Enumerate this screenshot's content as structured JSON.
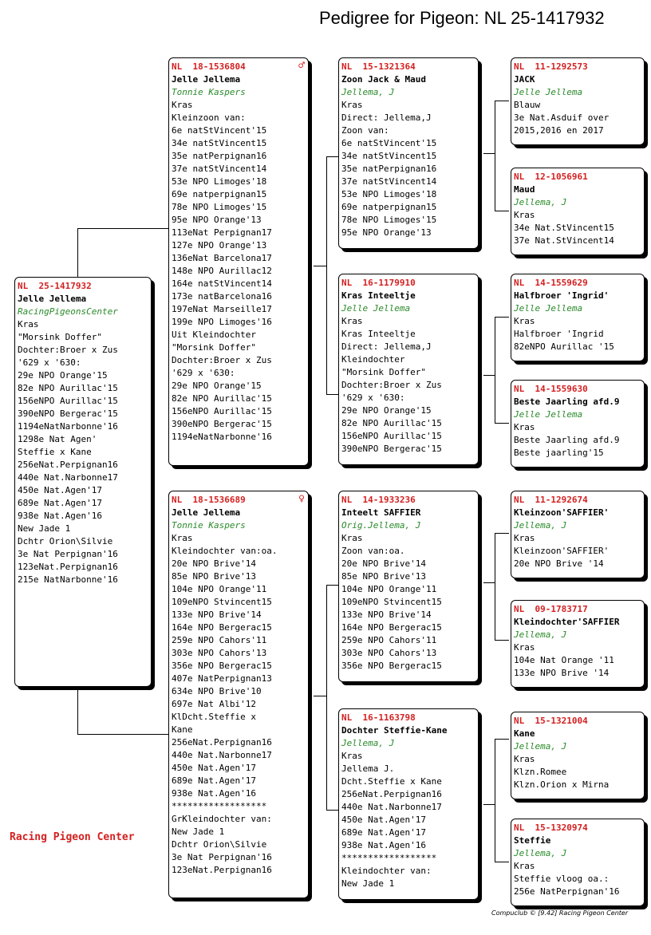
{
  "title": "Pedigree for Pigeon: NL  25-1417932",
  "brand": "Racing Pigeon Center",
  "footer": "Compuclub © [9.42]  Racing Pigeon Center",
  "pigeons": {
    "subject": {
      "ring": "NL  25-1417932",
      "name": "Jelle Jellema",
      "breeder": "RacingPigeonsCenter",
      "lines": [
        "Kras",
        "\"Morsink Doffer\"",
        "Dochter:Broer x Zus",
        "'629 x '630:",
        "29e NPO Orange'15",
        "82e NPO Aurillac'15",
        "156eNPO Aurillac'15",
        "390eNPO Bergerac'15",
        "1194eNatNarbonne'16",
        "1298e Nat Agen'",
        "Steffie x Kane",
        "256eNat.Perpignan16",
        "440e Nat.Narbonne17",
        "450e Nat.Agen'17",
        "689e Nat.Agen'17",
        "938e Nat.Agen'16",
        "New Jade 1",
        "Dchtr Orion\\Silvie",
        "3e Nat Perpignan'16",
        "123eNat.Perpignan16",
        "215e NatNarbonne'16"
      ]
    },
    "father": {
      "ring": "NL  18-1536804",
      "sex": "♂",
      "name": "Jelle Jellema",
      "breeder": "Tonnie Kaspers",
      "lines": [
        "Kras",
        "Kleinzoon van:",
        "6e natStVincent'15",
        "34e natStVincent15",
        "35e natPerpignan16",
        "37e natStVincent14",
        "53e NPO Limoges'18",
        "69e natperpignan15",
        "78e NPO Limoges'15",
        "95e NPO Orange'13",
        "113eNat Perpignan17",
        "127e NPO Orange'13",
        "136eNat Barcelona17",
        "148e NPO Aurillac12",
        "164e natStVincent14",
        "173e natBarcelona16",
        "197eNat Marseille17",
        "199e NPO Limoges'16",
        "Uit Kleindochter",
        "\"Morsink Doffer\"",
        "Dochter:Broer x Zus",
        "'629 x '630:",
        "29e NPO Orange'15",
        "82e NPO Aurillac'15",
        "156eNPO Aurillac'15",
        "390eNPO Bergerac'15",
        "1194eNatNarbonne'16"
      ]
    },
    "mother": {
      "ring": "NL  18-1536689",
      "sex": "♀",
      "name": "Jelle Jellema",
      "breeder": "Tonnie Kaspers",
      "lines": [
        "Kras",
        "Kleindochter van:oa.",
        "20e NPO Brive'14",
        "85e NPO Brive'13",
        "104e NPO Orange'11",
        "109eNPO Stvincent15",
        "133e NPO Brive'14",
        "164e NPO Bergerac15",
        "259e NPO Cahors'11",
        "303e NPO Cahors'13",
        "356e NPO Bergerac15",
        "407e NatPerpignan13",
        "634e NPO Brive'10",
        "697e Nat Albi'12",
        "KlDcht.Steffie x",
        "Kane",
        "256eNat.Perpignan16",
        "440e Nat.Narbonne17",
        "450e Nat.Agen'17",
        "689e Nat.Agen'17",
        "938e Nat.Agen'16",
        "******************",
        "GrKleindochter van:",
        "New Jade 1",
        "Dchtr Orion\\Silvie",
        "3e Nat Perpignan'16",
        "123eNat.Perpignan16"
      ]
    },
    "ff": {
      "ring": "NL  15-1321364",
      "name": "Zoon Jack & Maud",
      "breeder": "Jellema, J",
      "lines": [
        "Kras",
        "Direct: Jellema,J",
        "Zoon van:",
        "6e natStVincent'15",
        "34e natStVincent15",
        "35e natPerpignan16",
        "37e natStVincent14",
        "53e NPO Limoges'18",
        "69e natperpignan15",
        "78e NPO Limoges'15",
        "95e NPO Orange'13"
      ]
    },
    "fm": {
      "ring": "NL  16-1179910",
      "name": "Kras Inteeltje",
      "breeder": "Jelle Jellema",
      "lines": [
        "Kras",
        "Kras Inteeltje",
        "Direct: Jellema,J",
        "Kleindochter",
        "\"Morsink Doffer\"",
        "Dochter:Broer x Zus",
        "'629 x '630:",
        "29e NPO Orange'15",
        "82e NPO Aurillac'15",
        "156eNPO Aurillac'15",
        "390eNPO Bergerac'15"
      ]
    },
    "mf": {
      "ring": "NL  14-1933236",
      "name": "Inteelt SAFFIER",
      "breeder": "Orig.Jellema, J",
      "lines": [
        "Kras",
        "Zoon van:oa.",
        "20e NPO Brive'14",
        "85e NPO Brive'13",
        "104e NPO Orange'11",
        "109eNPO Stvincent15",
        "133e NPO Brive'14",
        "164e NPO Bergerac15",
        "259e NPO Cahors'11",
        "303e NPO Cahors'13",
        "356e NPO Bergerac15"
      ]
    },
    "mm": {
      "ring": "NL  16-1163798",
      "name": "Dochter Steffie-Kane",
      "breeder": "Jellema, J",
      "lines": [
        "Kras",
        "Jellema J.",
        "Dcht.Steffie x Kane",
        "256eNat.Perpignan16",
        "440e Nat.Narbonne17",
        "450e Nat.Agen'17",
        "689e Nat.Agen'17",
        "938e Nat.Agen'16",
        "******************",
        "Kleindochter van:",
        "New Jade 1"
      ]
    },
    "fff": {
      "ring": "NL  11-1292573",
      "name": "JACK",
      "breeder": "Jelle Jellema",
      "lines": [
        "Blauw",
        "3e Nat.Asduif over",
        "2015,2016 en 2017"
      ]
    },
    "ffm": {
      "ring": "NL  12-1056961",
      "name": "Maud",
      "breeder": "Jellema, J",
      "lines": [
        "Kras",
        "34e Nat.StVincent15",
        "37e Nat.StVincent14"
      ]
    },
    "fmf": {
      "ring": "NL  14-1559629",
      "name": "Halfbroer 'Ingrid'",
      "breeder": "Jelle Jellema",
      "lines": [
        "Kras",
        "Halfbroer 'Ingrid",
        "82eNPO Aurillac '15"
      ]
    },
    "fmm": {
      "ring": "NL  14-1559630",
      "name": "Beste Jaarling afd.9",
      "breeder": "Jelle Jellema",
      "lines": [
        "Kras",
        "Beste Jaarling afd.9",
        "Beste jaarling'15"
      ]
    },
    "mff": {
      "ring": "NL  11-1292674",
      "name": "Kleinzoon'SAFFIER'",
      "breeder": "Jellema, J",
      "lines": [
        "Kras",
        "Kleinzoon'SAFFIER'",
        "20e NPO Brive '14"
      ]
    },
    "mfm": {
      "ring": "NL  09-1783717",
      "name": "Kleindochter'SAFFIER",
      "breeder": "Jellema, J",
      "lines": [
        "Kras",
        "104e Nat Orange '11",
        "133e NPO Brive '14"
      ]
    },
    "mmf": {
      "ring": "NL  15-1321004",
      "name": "Kane",
      "breeder": "Jellema, J",
      "lines": [
        "Kras",
        "Klzn.Romee",
        "Klzn.Orion x Mirna"
      ]
    },
    "mmm": {
      "ring": "NL  15-1320974",
      "name": "Steffie",
      "breeder": "Jellema, J",
      "lines": [
        "Kras",
        "Steffie vloog oa.:",
        "256e NatPerpignan'16"
      ]
    }
  }
}
